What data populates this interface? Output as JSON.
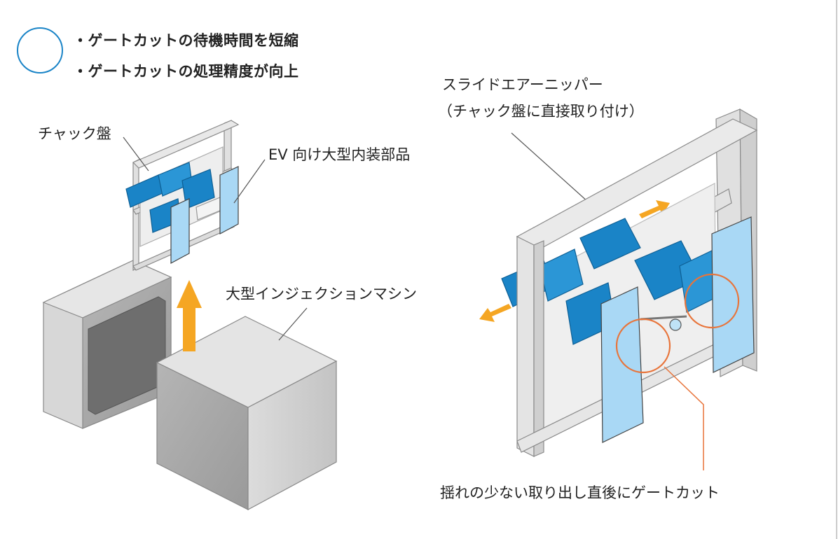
{
  "header": {
    "bullets": [
      "・ゲートカットの待機時間を短縮",
      "・ゲートカットの処理精度が向上"
    ]
  },
  "left_diagram": {
    "chuck_label": "チャック盤",
    "part_label": "EV 向け大型内装部品",
    "machine_label": "大型インジェクションマシン"
  },
  "right_diagram": {
    "nipper_label_line1": "スライドエアーニッパー",
    "nipper_label_line2": "（チャック盤に直接取り付け）",
    "caption": "揺れの少ない取り出し直後にゲートカット"
  },
  "colors": {
    "accent_blue": "#1a84c7",
    "part_blue": "#a9d8f5",
    "arrow_orange": "#f5a623",
    "circle_orange": "#e8743a",
    "frame_gray": "#d9d9d9"
  }
}
